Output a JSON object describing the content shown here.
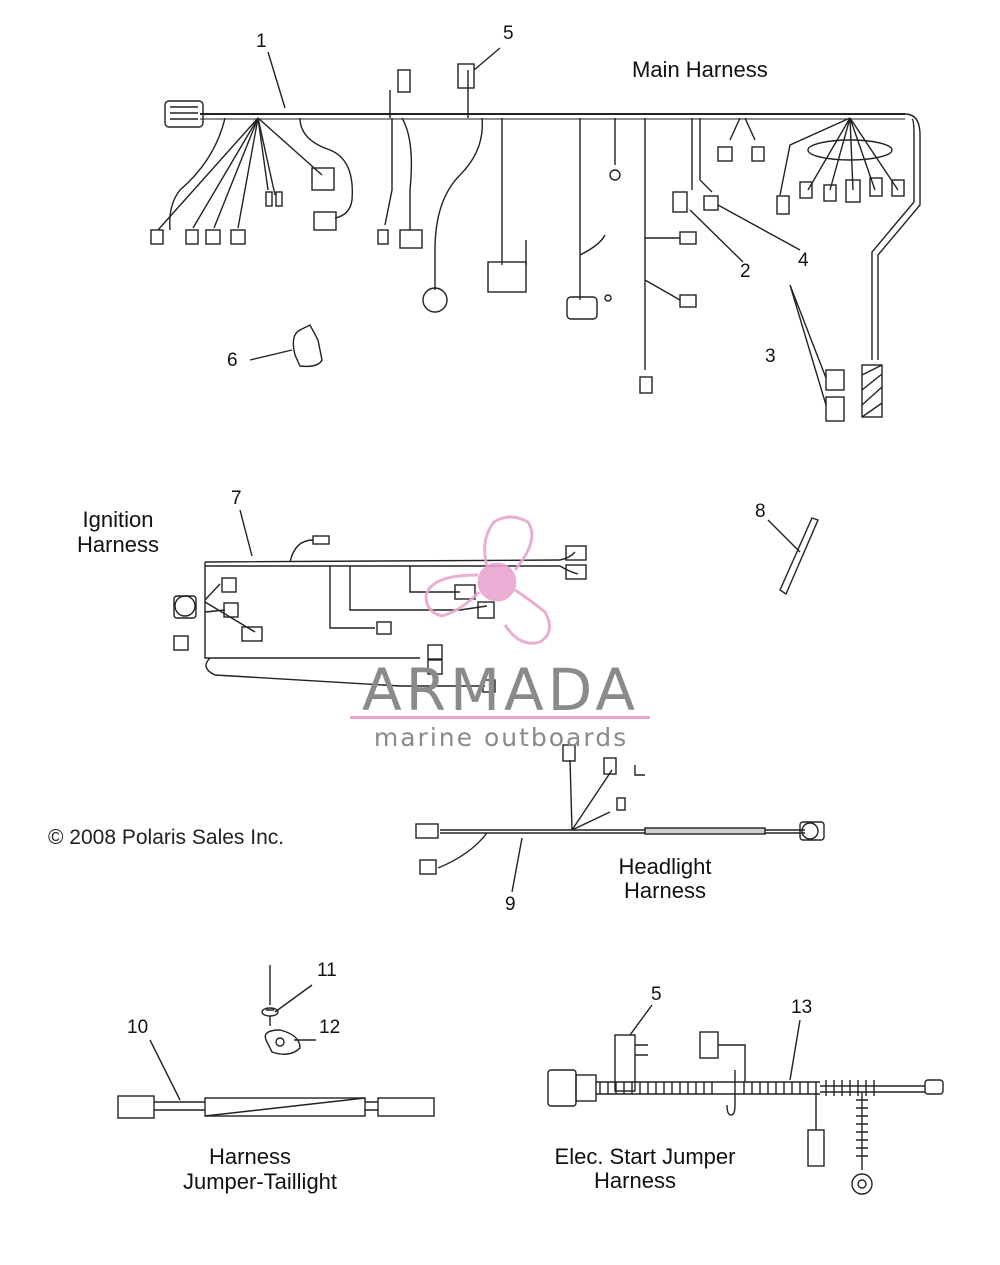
{
  "sections": {
    "main_harness": "Main Harness",
    "ignition_harness_line1": "Ignition",
    "ignition_harness_line2": "Harness",
    "headlight_harness_line1": "Headlight",
    "headlight_harness_line2": "Harness",
    "taillight_line1": "Harness",
    "taillight_line2": "Jumper-Taillight",
    "elec_start_line1": "Elec. Start Jumper",
    "elec_start_line2": "Harness"
  },
  "callouts": [
    "1",
    "5",
    "2",
    "4",
    "6",
    "3",
    "7",
    "8",
    "9",
    "11",
    "12",
    "10",
    "5",
    "13"
  ],
  "copyright": "© 2008 Polaris Sales Inc.",
  "watermark": {
    "brand": "ARMADA",
    "tagline": "marine outboards",
    "accent_color": "#e8a6d0",
    "text_color": "#8a8a8a"
  }
}
